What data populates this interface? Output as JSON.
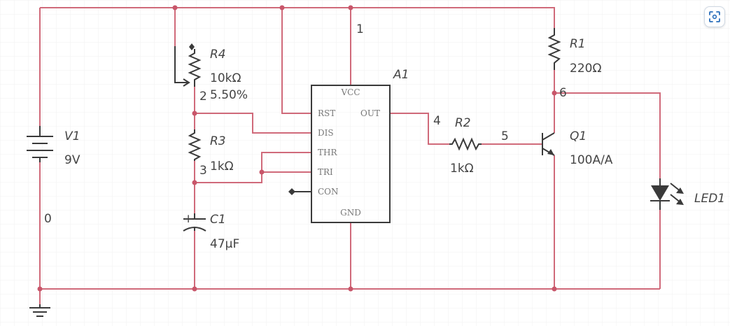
{
  "components": {
    "v1": {
      "name": "V1",
      "value": "9V"
    },
    "r4": {
      "name": "R4",
      "value": "10kΩ",
      "setting": "5.50%"
    },
    "r3": {
      "name": "R3",
      "value": "1kΩ"
    },
    "c1": {
      "name": "C1",
      "value": "47µF",
      "polarity": "+"
    },
    "a1": {
      "name": "A1",
      "pins": {
        "vcc": "VCC",
        "rst": "RST",
        "dis": "DIS",
        "thr": "THR",
        "tri": "TRI",
        "con": "CON",
        "out": "OUT",
        "gnd": "GND"
      }
    },
    "r2": {
      "name": "R2",
      "value": "1kΩ"
    },
    "q1": {
      "name": "Q1",
      "value": "100A/A"
    },
    "r1": {
      "name": "R1",
      "value": "220Ω"
    },
    "led1": {
      "name": "LED1"
    }
  },
  "nodes": {
    "n0": "0",
    "n1": "1",
    "n2": "2",
    "n3": "3",
    "n4": "4",
    "n5": "5",
    "n6": "6"
  },
  "colors": {
    "wire": "#d06a7a",
    "junction": "#c8566a",
    "component": "#3a3a3a",
    "grid": "#eeeeee"
  },
  "toolbar": {
    "fit_icon": "fit-to-screen-icon"
  }
}
